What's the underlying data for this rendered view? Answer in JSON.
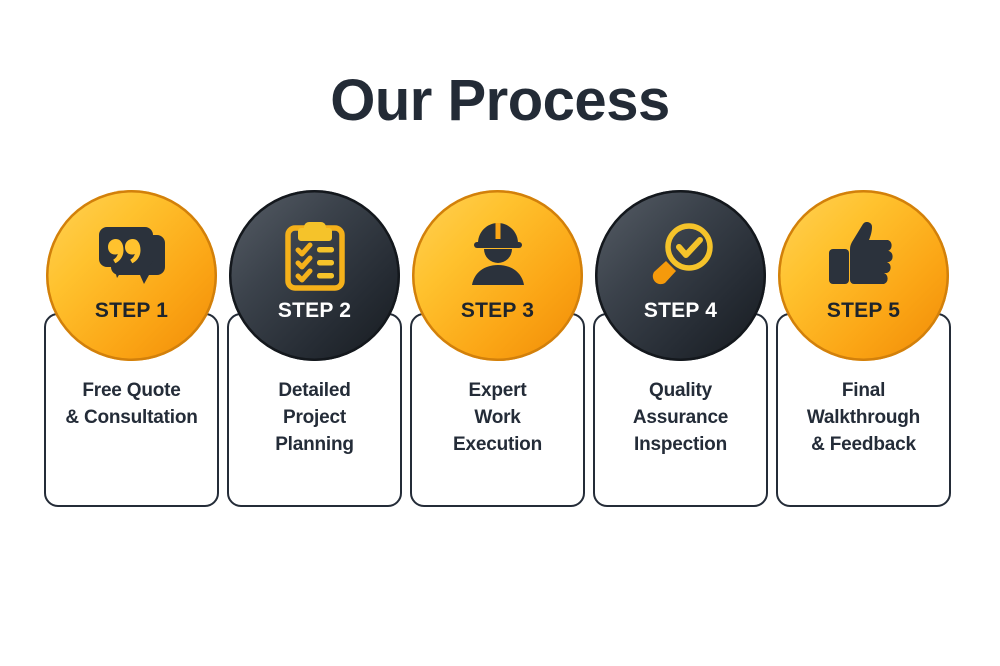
{
  "header": {
    "title": "Our Process"
  },
  "theme": {
    "background": "#ffffff",
    "title_color": "#232b36",
    "accent_yellow_light": "#FFD257",
    "accent_yellow_deep": "#F08A06",
    "accent_yellow_ring": "#D2800B",
    "dark_light": "#575e67",
    "dark_deep": "#161a1f",
    "card_border": "#242c38",
    "card_text_color": "#242c38"
  },
  "steps": [
    {
      "label": "STEP 1",
      "title": "Free Quote\n& Consultation",
      "icon": "speech-bubble-quote-icon",
      "circle_style": "yellow",
      "label_style": "dark"
    },
    {
      "label": "STEP 2",
      "title": "Detailed\nProject\nPlanning",
      "icon": "clipboard-checklist-icon",
      "circle_style": "dark",
      "label_style": "light"
    },
    {
      "label": "STEP 3",
      "title": "Expert\nWork\nExecution",
      "icon": "construction-worker-icon",
      "circle_style": "yellow",
      "label_style": "dark"
    },
    {
      "label": "STEP 4",
      "title": "Quality\nAssurance\nInspection",
      "icon": "magnifier-check-icon",
      "circle_style": "dark",
      "label_style": "light"
    },
    {
      "label": "STEP 5",
      "title": "Final\nWalkthrough\n& Feedback",
      "icon": "thumbs-up-icon",
      "circle_style": "yellow",
      "label_style": "dark"
    }
  ]
}
